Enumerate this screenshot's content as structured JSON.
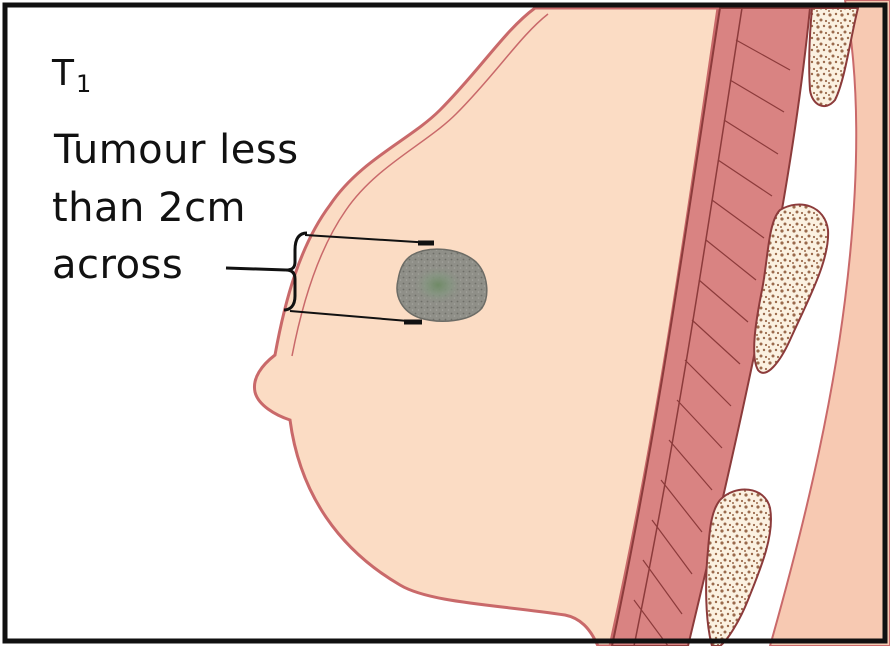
{
  "diagram": {
    "stage_label": "T",
    "stage_subscript": "1",
    "caption_lines": [
      "Tumour less",
      "than 2cm",
      "across"
    ],
    "colors": {
      "background": "#ffffff",
      "frame": "#111111",
      "skin_fill": "#fbdcc4",
      "skin_outline": "#c9696a",
      "muscle_fill": "#d98382",
      "muscle_line": "#8c3b3b",
      "rib_fill": "#fbf1e1",
      "rib_speckle": "#9a6a4c",
      "tumour_fill": "#8f8f88",
      "tumour_core": "#768a6e",
      "chest_wall_fill": "#f7c9b2"
    }
  }
}
